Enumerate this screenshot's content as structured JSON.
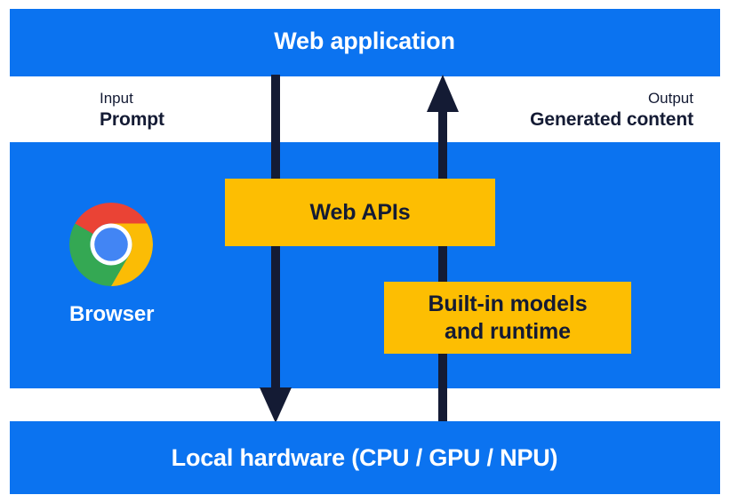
{
  "diagram": {
    "title": "Web application",
    "bands": {
      "top": {
        "label": "Web application"
      },
      "middle": {
        "label": "Browser"
      },
      "bottom": {
        "label": "Local hardware (CPU / GPU / NPU)"
      }
    },
    "flows": [
      {
        "caption": "Input",
        "value": "Prompt",
        "direction": "down",
        "icon": "arrow-down-icon"
      },
      {
        "caption": "Output",
        "value": "Generated content",
        "direction": "up",
        "icon": "arrow-up-icon"
      }
    ],
    "boxes": [
      {
        "label": "Web APIs"
      },
      {
        "label_line1": "Built-in models",
        "label_line2": "and runtime"
      }
    ],
    "logo": {
      "name": "chrome-logo-icon",
      "label": "Browser"
    },
    "colors": {
      "band_blue": "#0B73F0",
      "box_yellow": "#FDBE02",
      "arrow_navy": "#141B34",
      "text_dark": "#141B34",
      "text_light": "#FFFFFF",
      "chrome_red": "#EA4335",
      "chrome_yellow": "#FBBC05",
      "chrome_green": "#34A853",
      "chrome_blue": "#4285F4",
      "page_background": "#FFFFFF"
    }
  }
}
